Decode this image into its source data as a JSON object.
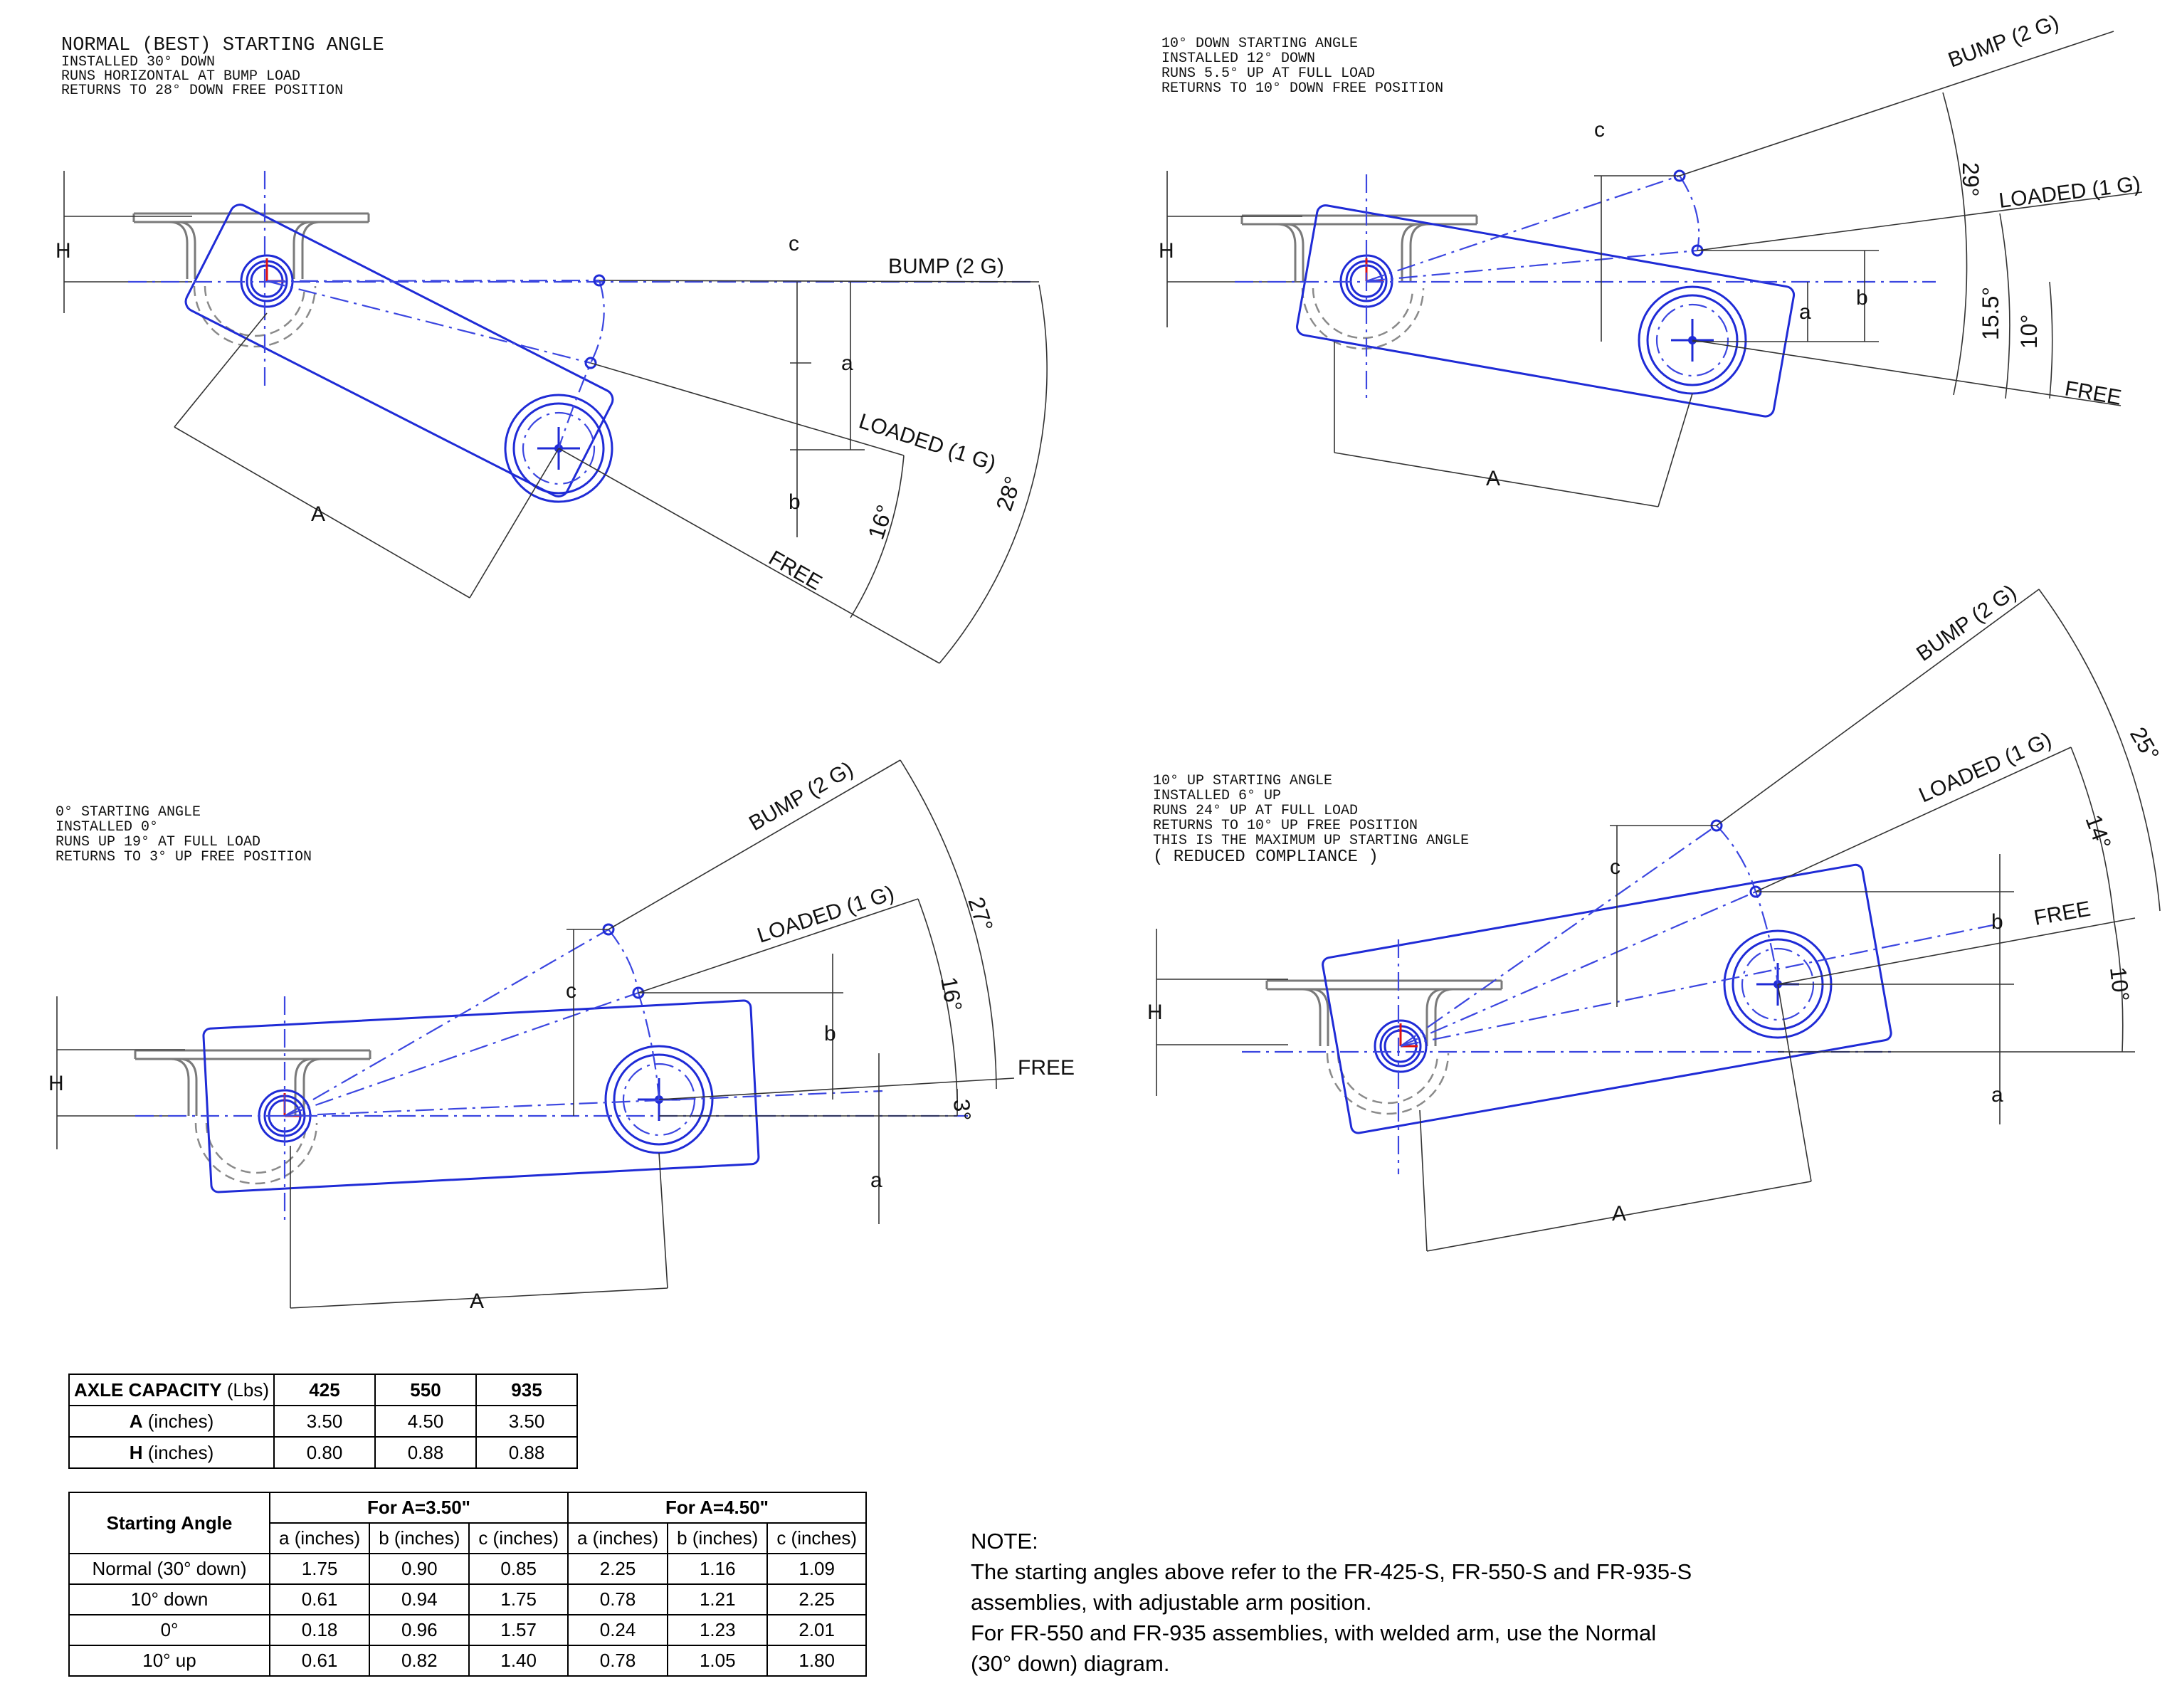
{
  "diagrams": {
    "normal": {
      "title": "NORMAL (BEST) STARTING ANGLE",
      "lines": [
        "INSTALLED 30° DOWN",
        "RUNS HORIZONTAL AT BUMP LOAD",
        "RETURNS TO 28° DOWN FREE POSITION"
      ],
      "labels": {
        "bump": "BUMP (2 G)",
        "loaded": "LOADED (1 G)",
        "free": "FREE",
        "A": "A",
        "H": "H",
        "a": "a",
        "b": "b",
        "c": "c"
      },
      "angles": [
        "16°",
        "28°"
      ]
    },
    "down10": {
      "lines": [
        "10° DOWN STARTING ANGLE",
        "INSTALLED 12° DOWN",
        "RUNS 5.5° UP AT FULL LOAD",
        "RETURNS TO 10° DOWN FREE POSITION"
      ],
      "labels": {
        "bump": "BUMP (2 G)",
        "loaded": "LOADED (1 G)",
        "free": "FREE",
        "A": "A",
        "H": "H",
        "a": "a",
        "b": "b",
        "c": "c"
      },
      "angles": [
        "29°",
        "15.5°",
        "10°"
      ]
    },
    "zero": {
      "lines": [
        "0° STARTING ANGLE",
        "INSTALLED 0°",
        "RUNS UP 19° AT FULL LOAD",
        "RETURNS TO 3° UP FREE POSITION"
      ],
      "labels": {
        "bump": "BUMP (2 G)",
        "loaded": "LOADED (1 G)",
        "free": "FREE",
        "A": "A",
        "H": "H",
        "a": "a",
        "b": "b",
        "c": "c"
      },
      "angles": [
        "27°",
        "16°",
        "3°"
      ]
    },
    "up10": {
      "lines": [
        "10° UP STARTING ANGLE",
        "INSTALLED 6° UP",
        "RUNS 24° UP AT FULL LOAD",
        "RETURNS TO 10° UP FREE POSITION",
        "THIS IS THE MAXIMUM UP STARTING ANGLE",
        "( REDUCED COMPLIANCE )"
      ],
      "labels": {
        "bump": "BUMP (2 G)",
        "loaded": "LOADED (1 G)",
        "free": "FREE",
        "A": "A",
        "H": "H",
        "a": "a",
        "b": "b",
        "c": "c"
      },
      "angles": [
        "25°",
        "14°",
        "10°"
      ]
    }
  },
  "capacity_table": {
    "header": [
      "AXLE CAPACITY",
      " (Lbs)"
    ],
    "columns": [
      "425",
      "550",
      "935"
    ],
    "rows": [
      {
        "label": "A",
        "unit": " (inches)",
        "values": [
          "3.50",
          "4.50",
          "3.50"
        ]
      },
      {
        "label": "H",
        "unit": " (inches)",
        "values": [
          "0.80",
          "0.88",
          "0.88"
        ]
      }
    ]
  },
  "angle_table": {
    "header": "Starting Angle",
    "groups": [
      "For A=3.50\"",
      "For A=4.50\""
    ],
    "subheaders": [
      "a (inches)",
      "b (inches)",
      "c (inches)",
      "a (inches)",
      "b (inches)",
      "c (inches)"
    ],
    "rows": [
      {
        "label": "Normal (30° down)",
        "values": [
          "1.75",
          "0.90",
          "0.85",
          "2.25",
          "1.16",
          "1.09"
        ]
      },
      {
        "label": "10° down",
        "values": [
          "0.61",
          "0.94",
          "1.75",
          "0.78",
          "1.21",
          "2.25"
        ]
      },
      {
        "label": "0°",
        "values": [
          "0.18",
          "0.96",
          "1.57",
          "0.24",
          "1.23",
          "2.01"
        ]
      },
      {
        "label": "10° up",
        "values": [
          "0.61",
          "0.82",
          "1.40",
          "0.78",
          "1.05",
          "1.80"
        ]
      }
    ]
  },
  "note": {
    "heading": "NOTE:",
    "lines": [
      "The starting angles above refer to the FR-425-S, FR-550-S and FR-935-S",
      "assemblies, with adjustable arm position.",
      "For FR-550 and FR-935 assemblies, with welded arm, use the Normal",
      "(30° down) diagram."
    ]
  }
}
